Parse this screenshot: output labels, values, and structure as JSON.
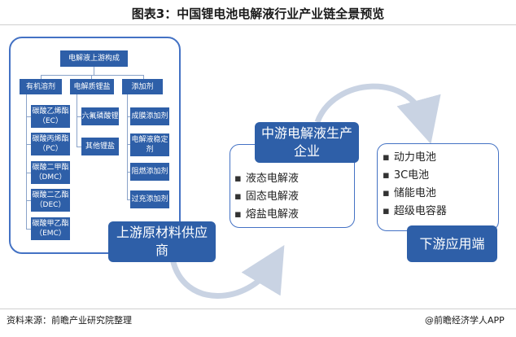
{
  "title": "图表3：中国锂电池电解液行业产业链全景预览",
  "upstream": {
    "header": "电解液上游构成",
    "categories": [
      "有机溶剂",
      "电解质锂盐",
      "添加剂"
    ],
    "solvents": [
      "碳酸乙烯酯（EC）",
      "碳酸丙烯酯（PC）",
      "碳酸二甲酯（DMC）",
      "碳酸二乙酯（DEC）",
      "碳酸甲乙酯（EMC）"
    ],
    "salts": [
      "六氟磷酸锂",
      "其他锂盐"
    ],
    "additives": [
      "成膜添加剂",
      "电解液稳定剂",
      "阻燃添加剂",
      "过充添加剂"
    ],
    "label": "上游原材料供应商"
  },
  "midstream": {
    "label": "中游电解液生产企业",
    "items": [
      "液态电解液",
      "固态电解液",
      "熔盐电解液"
    ]
  },
  "downstream": {
    "items": [
      "动力电池",
      "3C电池",
      "储能电池",
      "超级电容器"
    ],
    "label": "下游应用端"
  },
  "footer": {
    "source": "资料来源：前瞻产业研究院整理",
    "brand": "@前瞻经济学人APP"
  },
  "colors": {
    "node": "#2e5fa8",
    "border": "#4472c4",
    "arrow": "#c9d3e3"
  }
}
